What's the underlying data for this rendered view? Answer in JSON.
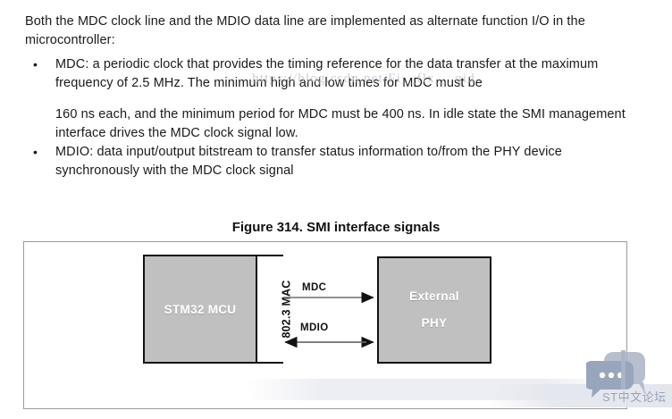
{
  "document": {
    "intro_paragraph": "Both the MDC clock line and the MDIO data line are implemented as alternate function I/O in the microcontroller:",
    "bullet_glyph": "•",
    "bullets": [
      {
        "text": "MDC: a periodic clock that provides the timing reference for the data transfer at the maximum frequency of 2.5 MHz. The minimum high and low times for MDC must be",
        "continuation": "160 ns each, and the minimum period for MDC must be 400 ns. In idle state the SMI management interface drives the MDC clock signal low."
      },
      {
        "text": "MDIO: data input/output bitstream to transfer status information to/from the PHY device synchronously with the MDC clock signal",
        "continuation": ""
      }
    ],
    "url_watermark": "https://blog.csdn.net/Fi__flx__ qid"
  },
  "figure": {
    "title": "Figure 314. SMI interface signals",
    "mcu": {
      "label": "STM32 MCU",
      "mac_label": "802.3 MAC"
    },
    "phy": {
      "line1": "External",
      "line2": "PHY"
    },
    "signals": [
      {
        "name": "MDC",
        "direction": "mcu-to-phy"
      },
      {
        "name": "MDIO",
        "direction": "bidirectional"
      }
    ]
  },
  "watermark": {
    "text": "ST中文论坛",
    "logo_icon": "chat-bubble-icon",
    "color": "#9aa4b8"
  },
  "colors": {
    "block_fill": "#c0c0c0",
    "block_border": "#111111",
    "figure_border": "#9a9a9a",
    "text": "#1a1a1a"
  }
}
